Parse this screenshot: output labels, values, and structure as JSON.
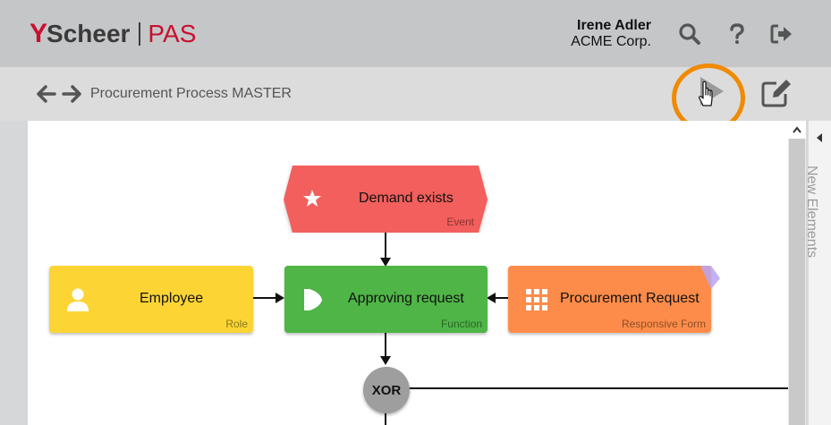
{
  "header": {
    "logo": {
      "brand": "Scheer",
      "product": "PAS",
      "mark": "Y"
    },
    "user": {
      "name": "Irene Adler",
      "company": "ACME Corp."
    },
    "icons": [
      "search-icon",
      "help-icon",
      "logout-icon"
    ]
  },
  "toolbar": {
    "breadcrumb": "Procurement Process MASTER",
    "icons": [
      "back-arrow-icon",
      "forward-arrow-icon",
      "play-icon",
      "edit-icon"
    ]
  },
  "side_panel": {
    "label": "New Elements"
  },
  "diagram": {
    "nodes": [
      {
        "id": "demand",
        "title": "Demand exists",
        "type": "Event",
        "color": "#f25f5c",
        "icon": "star-icon"
      },
      {
        "id": "employee",
        "title": "Employee",
        "type": "Role",
        "color": "#fcd535",
        "icon": "person-icon"
      },
      {
        "id": "approving",
        "title": "Approving request",
        "type": "Function",
        "color": "#4fb547",
        "icon": "function-icon"
      },
      {
        "id": "procurement",
        "title": "Procurement Request",
        "type": "Responsive Form",
        "color": "#fd8c4a",
        "icon": "grid-icon"
      }
    ],
    "gateway": {
      "label": "XOR",
      "color": "#9e9e9e"
    }
  },
  "colors": {
    "accent": "#c8102e",
    "highlight": "#f08a00"
  }
}
